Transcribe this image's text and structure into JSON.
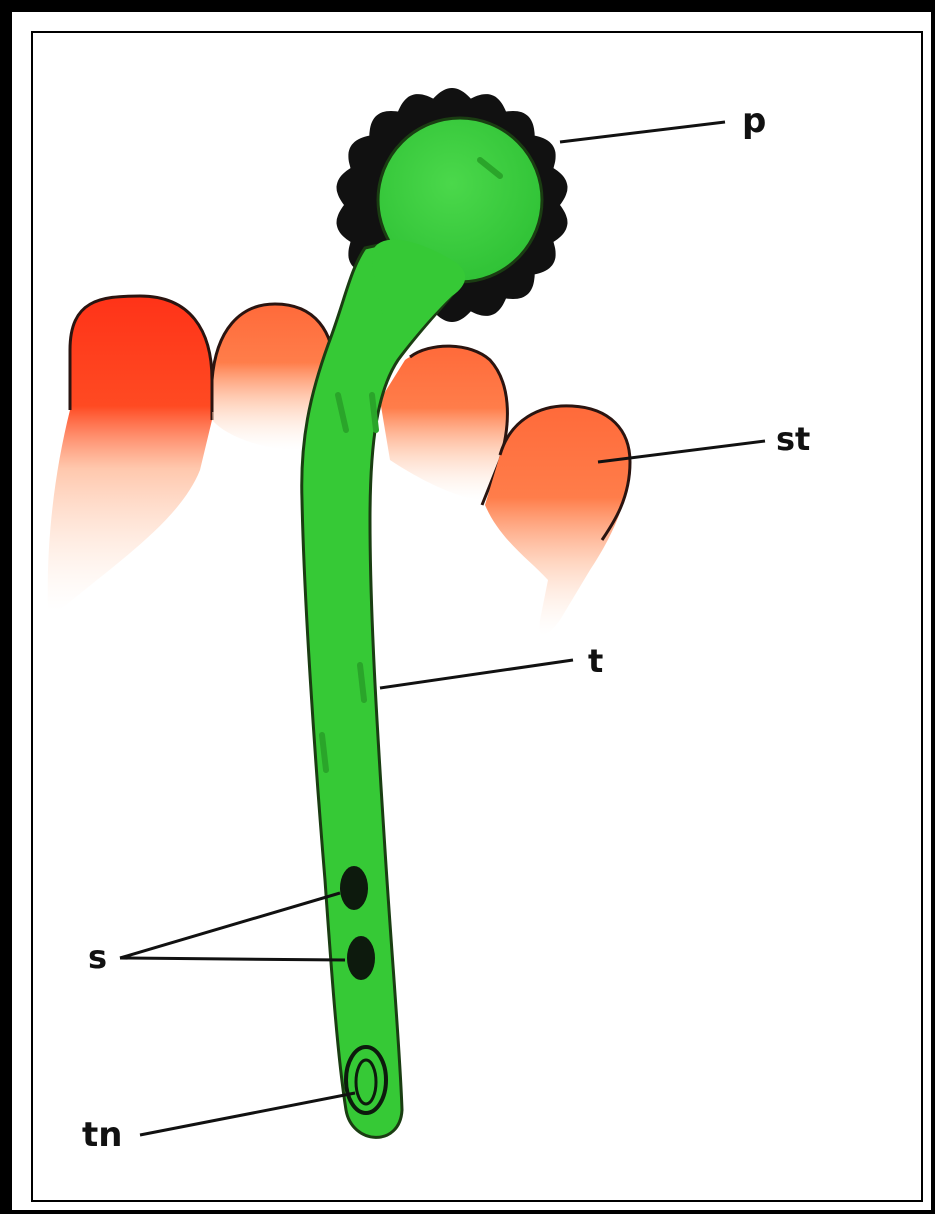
{
  "labels": {
    "pollen": "p",
    "stigma": "st",
    "tube": "t",
    "sperm_cells": "s",
    "tube_nucleus": "tn"
  },
  "colors": {
    "pollen_wall": "#111111",
    "pollen_tube": "#33cc33",
    "stigma_dark": "#ff3b1a",
    "stigma_light": "#ff7a45",
    "outline": "#111111",
    "frame": "#000000"
  }
}
